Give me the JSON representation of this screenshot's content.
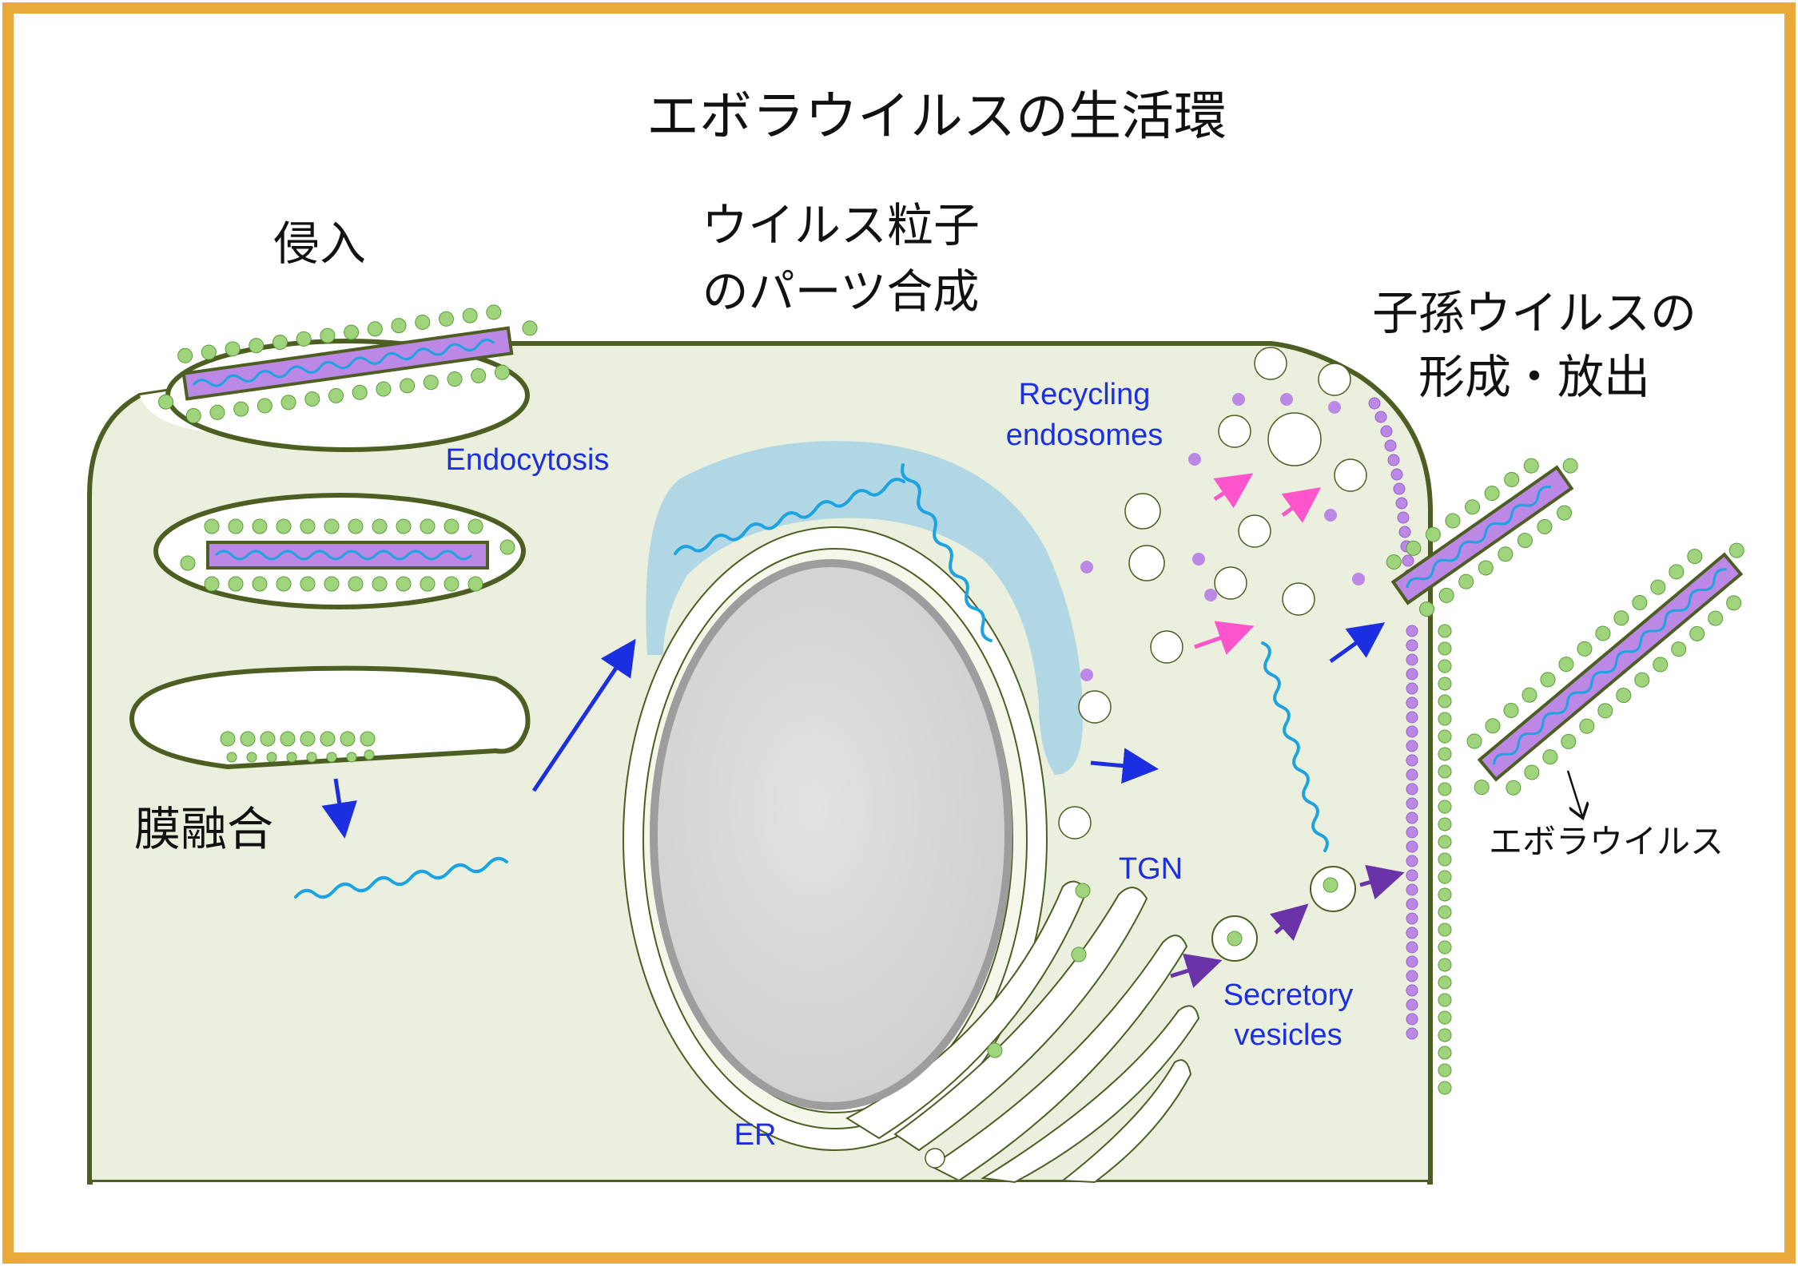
{
  "title": "エボラウイルスの生活環",
  "stages": {
    "entry": "侵入",
    "synthesis_line1": "ウイルス粒子",
    "synthesis_line2": "のパーツ合成",
    "budding_line1": "子孫ウイルスの",
    "budding_line2": "形成・放出",
    "fusion": "膜融合"
  },
  "labels": {
    "endocytosis": "Endocytosis",
    "recycling_line1": "Recycling",
    "recycling_line2": "endosomes",
    "tgn": "TGN",
    "secretory_line1": "Secretory",
    "secretory_line2": "vesicles",
    "er": "ER",
    "virus": "エボラウイルス"
  },
  "colors": {
    "frame": "#e8aa3a",
    "cell_fill": "#ebefde",
    "membrane": "#4d5e22",
    "virion_green": "#9fd37c",
    "capsid_purple": "#bb88e6",
    "rna_blue": "#1ea3e0",
    "ribosome_zone": "#b1d7e4",
    "nucleus": "#d3d3d3",
    "arrow_blue": "#1c2fe0",
    "arrow_pink": "#ff55cc",
    "arrow_purple": "#6b33a8",
    "label_blue": "#1c2fe0"
  }
}
